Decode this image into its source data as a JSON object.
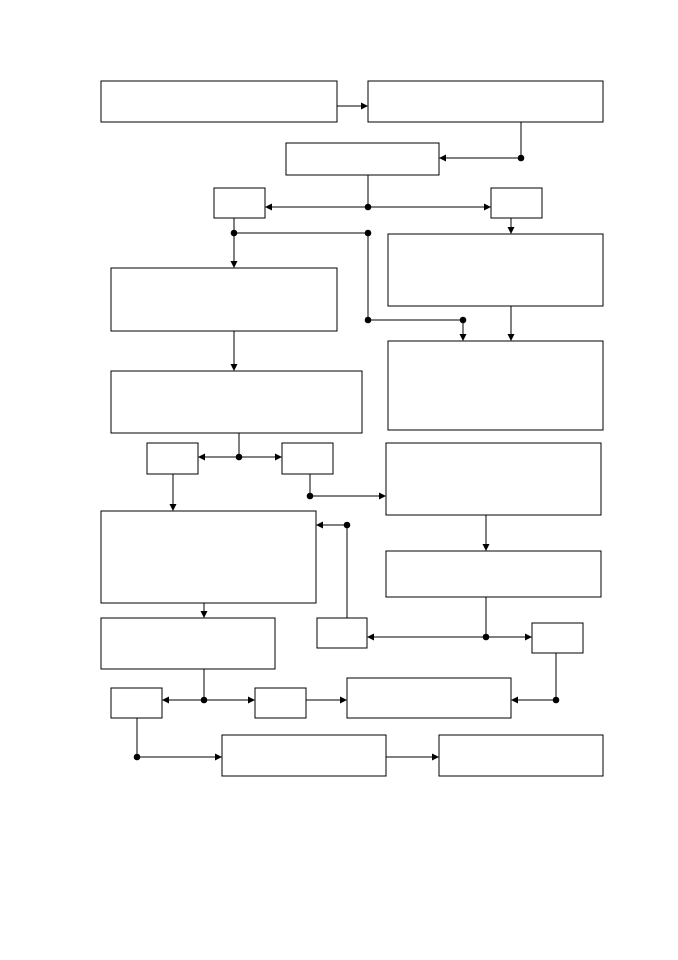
{
  "diagram": {
    "type": "flowchart",
    "colors": {
      "stroke": "#000000",
      "fill": "#ffffff",
      "background": "#ffffff"
    },
    "boxes": [
      {
        "id": "b1",
        "text": ""
      },
      {
        "id": "b2",
        "text": ""
      },
      {
        "id": "b3",
        "text": ""
      },
      {
        "id": "b4",
        "text": ""
      },
      {
        "id": "b5",
        "text": ""
      },
      {
        "id": "b6",
        "text": ""
      },
      {
        "id": "b7",
        "text": ""
      },
      {
        "id": "b8",
        "text": ""
      },
      {
        "id": "b9",
        "text": ""
      },
      {
        "id": "b10",
        "text": ""
      },
      {
        "id": "b11",
        "text": ""
      },
      {
        "id": "b12",
        "text": ""
      },
      {
        "id": "b13",
        "text": ""
      },
      {
        "id": "b14",
        "text": ""
      },
      {
        "id": "b15",
        "text": ""
      },
      {
        "id": "b16",
        "text": ""
      },
      {
        "id": "b17",
        "text": ""
      },
      {
        "id": "b18",
        "text": ""
      },
      {
        "id": "b19",
        "text": ""
      },
      {
        "id": "b20",
        "text": ""
      },
      {
        "id": "b21",
        "text": ""
      },
      {
        "id": "b22",
        "text": ""
      },
      {
        "id": "b23",
        "text": ""
      }
    ]
  }
}
